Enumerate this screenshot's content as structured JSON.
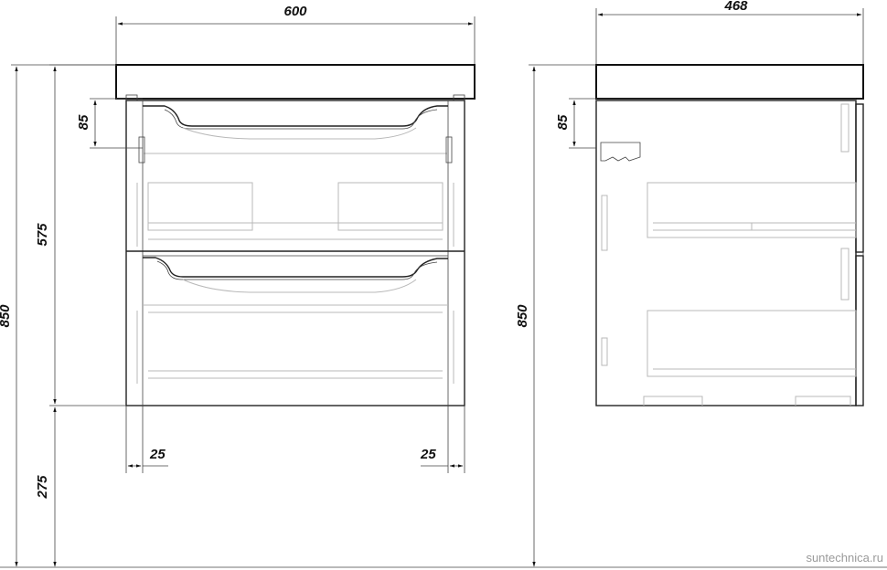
{
  "front_view": {
    "width": "600",
    "drawer_offset": "85",
    "body_height": "575",
    "total_height": "850",
    "leg_height": "275",
    "left_inset": "25",
    "right_inset": "25"
  },
  "side_view": {
    "depth": "468",
    "drawer_offset": "85",
    "total_height": "850"
  },
  "watermark": "suntechnica.ru",
  "colors": {
    "line": "#111111",
    "hidden_line": "#b9b9b9",
    "watermark": "#9a9a9a"
  }
}
